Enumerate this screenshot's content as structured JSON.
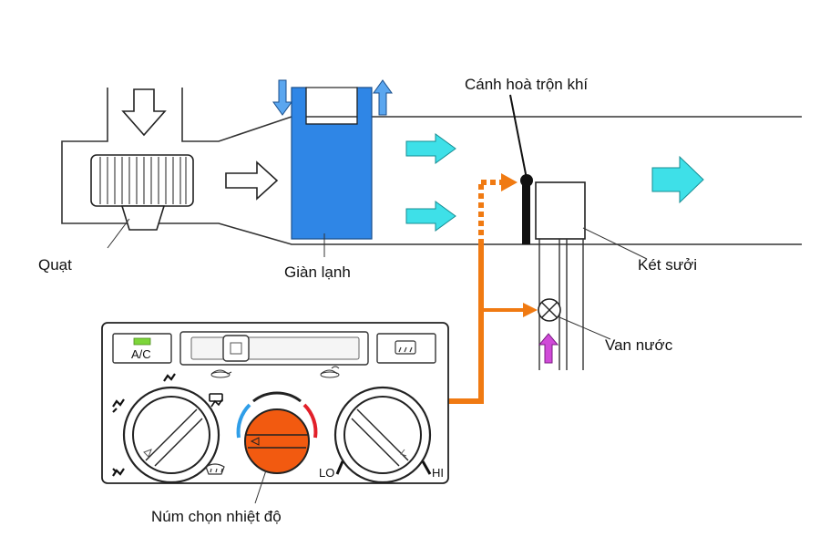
{
  "labels": {
    "fan": "Quạt",
    "evaporator": "Giàn lạnh",
    "mix_flap": "Cánh hoà trộn khí",
    "heater_core": "Két sưởi",
    "water_valve": "Van nước",
    "temp_knob": "Núm chọn nhiệt độ"
  },
  "panel": {
    "ac_label": "A/C",
    "lo_label": "LO",
    "hi_label": "HI",
    "ac_indicator_color": "#7dd63a"
  },
  "colors": {
    "evaporator": "#2f86e6",
    "cyan_arrow": "#3ee0e8",
    "control_line": "#f07a12",
    "temp_knob": "#f25a10",
    "water_arrow": "#d04ad8",
    "cool_arc": "#2f9ee8",
    "hot_arc": "#e2202a"
  }
}
